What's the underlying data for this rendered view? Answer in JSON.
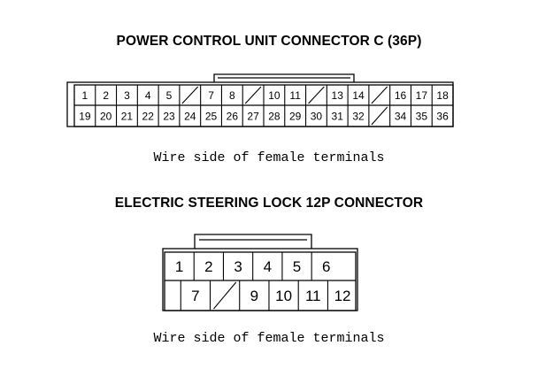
{
  "connector_36p": {
    "title": "POWER CONTROL UNIT CONNECTOR C (36P)",
    "caption": "Wire side of female terminals",
    "row1": [
      "1",
      "2",
      "3",
      "4",
      "5",
      "",
      "7",
      "8",
      "",
      "10",
      "11",
      "",
      "13",
      "14",
      "",
      "16",
      "17",
      "18"
    ],
    "row2": [
      "19",
      "20",
      "21",
      "22",
      "23",
      "24",
      "25",
      "26",
      "27",
      "28",
      "29",
      "30",
      "31",
      "32",
      "",
      "34",
      "35",
      "36"
    ]
  },
  "connector_12p": {
    "title": "ELECTRIC STEERING LOCK 12P CONNECTOR",
    "caption": "Wire side of female terminals",
    "row1": [
      "1",
      "2",
      "3",
      "4",
      "5",
      "6"
    ],
    "row2": [
      "",
      "7",
      "",
      "9",
      "10",
      "11",
      "12"
    ]
  }
}
